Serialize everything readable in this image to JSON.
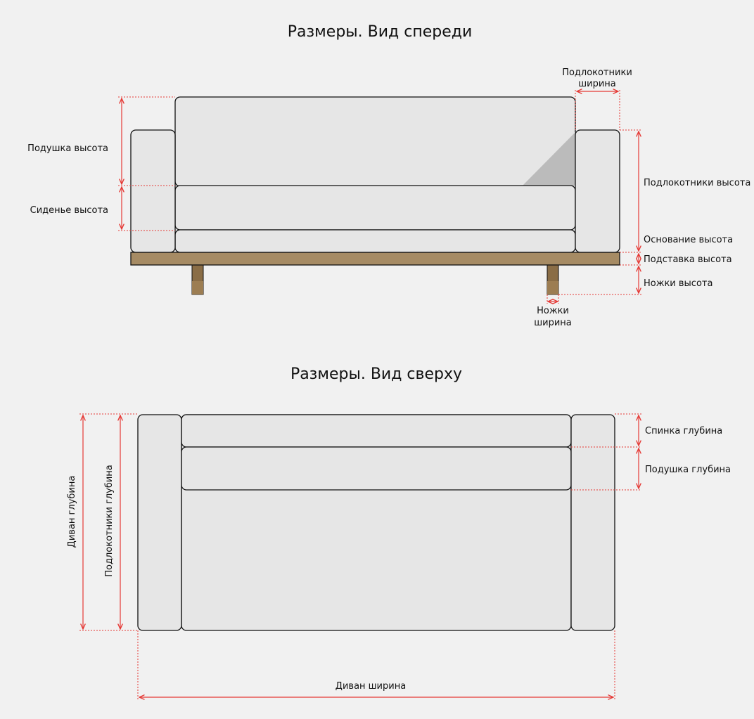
{
  "front_view": {
    "title": "Размеры. Вид спереди",
    "labels": {
      "cushion_height": "Подушка высота",
      "seat_height": "Сиденье высота",
      "armrest_width_line1": "Подлокотники",
      "armrest_width_line2": "ширина",
      "armrest_height": "Подлокотники высота",
      "base_height": "Основание высота",
      "stand_height": "Подставка высота",
      "legs_height": "Ножки высота",
      "legs_width_line1": "Ножки",
      "legs_width_line2": "ширина"
    }
  },
  "top_view": {
    "title": "Размеры. Вид сверху",
    "labels": {
      "sofa_depth": "Диван глубина",
      "armrest_depth": "Подлокотники глубина",
      "back_depth": "Спинка глубина",
      "cushion_depth": "Подушка глубина",
      "sofa_width": "Диван ширина"
    }
  },
  "colors": {
    "background": "#f1f1f1",
    "cushion_fill": "#e6e6e6",
    "outline": "#111111",
    "dimension_line": "#e53935",
    "stand_fill": "#a68b64",
    "leg_fill": "#8a6d46",
    "shadow_fill": "#bbbbbb"
  }
}
